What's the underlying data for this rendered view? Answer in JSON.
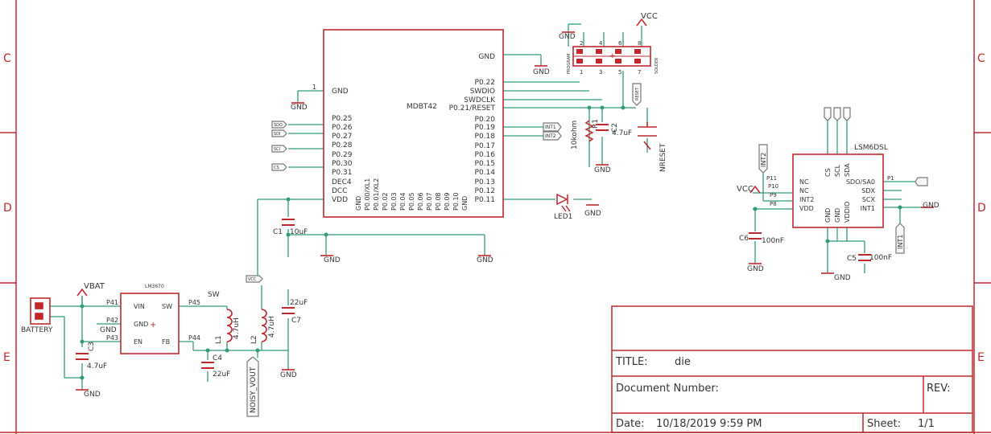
{
  "frame": {
    "rows": [
      "C",
      "D",
      "E"
    ]
  },
  "components": {
    "mcu": {
      "name": "MDBT42",
      "left_pins": [
        "GND",
        "P0.25",
        "P0.26",
        "P0.27",
        "P0.28",
        "P0.29",
        "P0.30",
        "P0.31",
        "DEC4",
        "DCC",
        "VDD"
      ],
      "right_pins": [
        "GND",
        "P0.22",
        "SWDIO",
        "SWDCLK",
        "P0.21/RESET",
        "P0.20",
        "P0.19",
        "P0.18",
        "P0.17",
        "P0.16",
        "P0.15",
        "P0.14",
        "P0.13",
        "P0.12",
        "P0.11"
      ],
      "bottom_pins": [
        "GND",
        "P0.00/XL1",
        "P0.01/XL2",
        "P0.02",
        "P0.03",
        "P0.04",
        "P0.05",
        "P0.06",
        "P0.07",
        "P0.08",
        "P0.09",
        "P0.10",
        "GND"
      ],
      "pin1": "1"
    },
    "imu": {
      "name": "LSM6DSL",
      "left_pins": [
        "NC",
        "NC",
        "INT2",
        "VDD"
      ],
      "right_pins": [
        "SDO/SA0",
        "SDX",
        "SCX",
        "INT1"
      ],
      "top_pins": [
        "CS",
        "SCL",
        "SDA"
      ],
      "bottom_pins": [
        "GND",
        "GND",
        "VDDIO"
      ]
    },
    "regulator": {
      "name": "LM3670",
      "left_pins": [
        "VIN",
        "GND",
        "EN"
      ],
      "right_pins": [
        "SW",
        "FB"
      ]
    },
    "battery": {
      "name": "BATTERY"
    },
    "jumper": {
      "labels": [
        "PROGRAM",
        "SOLDER"
      ],
      "pins": [
        "1",
        "2",
        "3",
        "4",
        "5",
        "6",
        "7",
        "8"
      ]
    }
  },
  "labels": {
    "vbat": "VBAT",
    "vcc_top": "VCC",
    "vcc_imu": "VCC",
    "vcc_tag": "VCC",
    "gnd": "GND",
    "c1": "C1",
    "c1_val": "10uF",
    "c3": "C3",
    "c3_val": "4.7uF",
    "c4": "C4",
    "c4_val": "22uF",
    "c7": "C7",
    "c7_val": "22uF",
    "c2": "C2",
    "c2_val": "4.7uF",
    "c6": "C6",
    "c6_val": "100nF",
    "c5": "C5",
    "c5_val": "100nF",
    "r1": "R1",
    "r1_val": "10kohm",
    "l1": "L1",
    "l1_val": "4.7uH",
    "l2": "L2",
    "l2_val": "4.7uH",
    "led": "LED1",
    "sw": "SW",
    "nreset": "NRESET",
    "noisy": "NOISY_VOUT",
    "int1": "INT1",
    "int2": "INT2",
    "reset_tag": "RESET",
    "sdo": "SDO",
    "sdi": "SDI",
    "sci": "SCI",
    "cs": "CS",
    "p41": "P41",
    "p42": "P42",
    "p43": "P43",
    "p44": "P44",
    "p45": "P45",
    "p11": "P11",
    "p10": "P10",
    "p9": "P9",
    "p8": "P8",
    "p1": "P1"
  },
  "title_block": {
    "title_label": "TITLE:",
    "title_value": "die",
    "docnum_label": "Document Number:",
    "rev_label": "REV:",
    "date_label": "Date:",
    "date_value": "10/18/2019 9:59 PM",
    "sheet_label": "Sheet:",
    "sheet_value": "1/1"
  },
  "colors": {
    "part": "#c0282c",
    "net": "#2f9e72",
    "text": "#333333",
    "frame": "#c0282c"
  }
}
